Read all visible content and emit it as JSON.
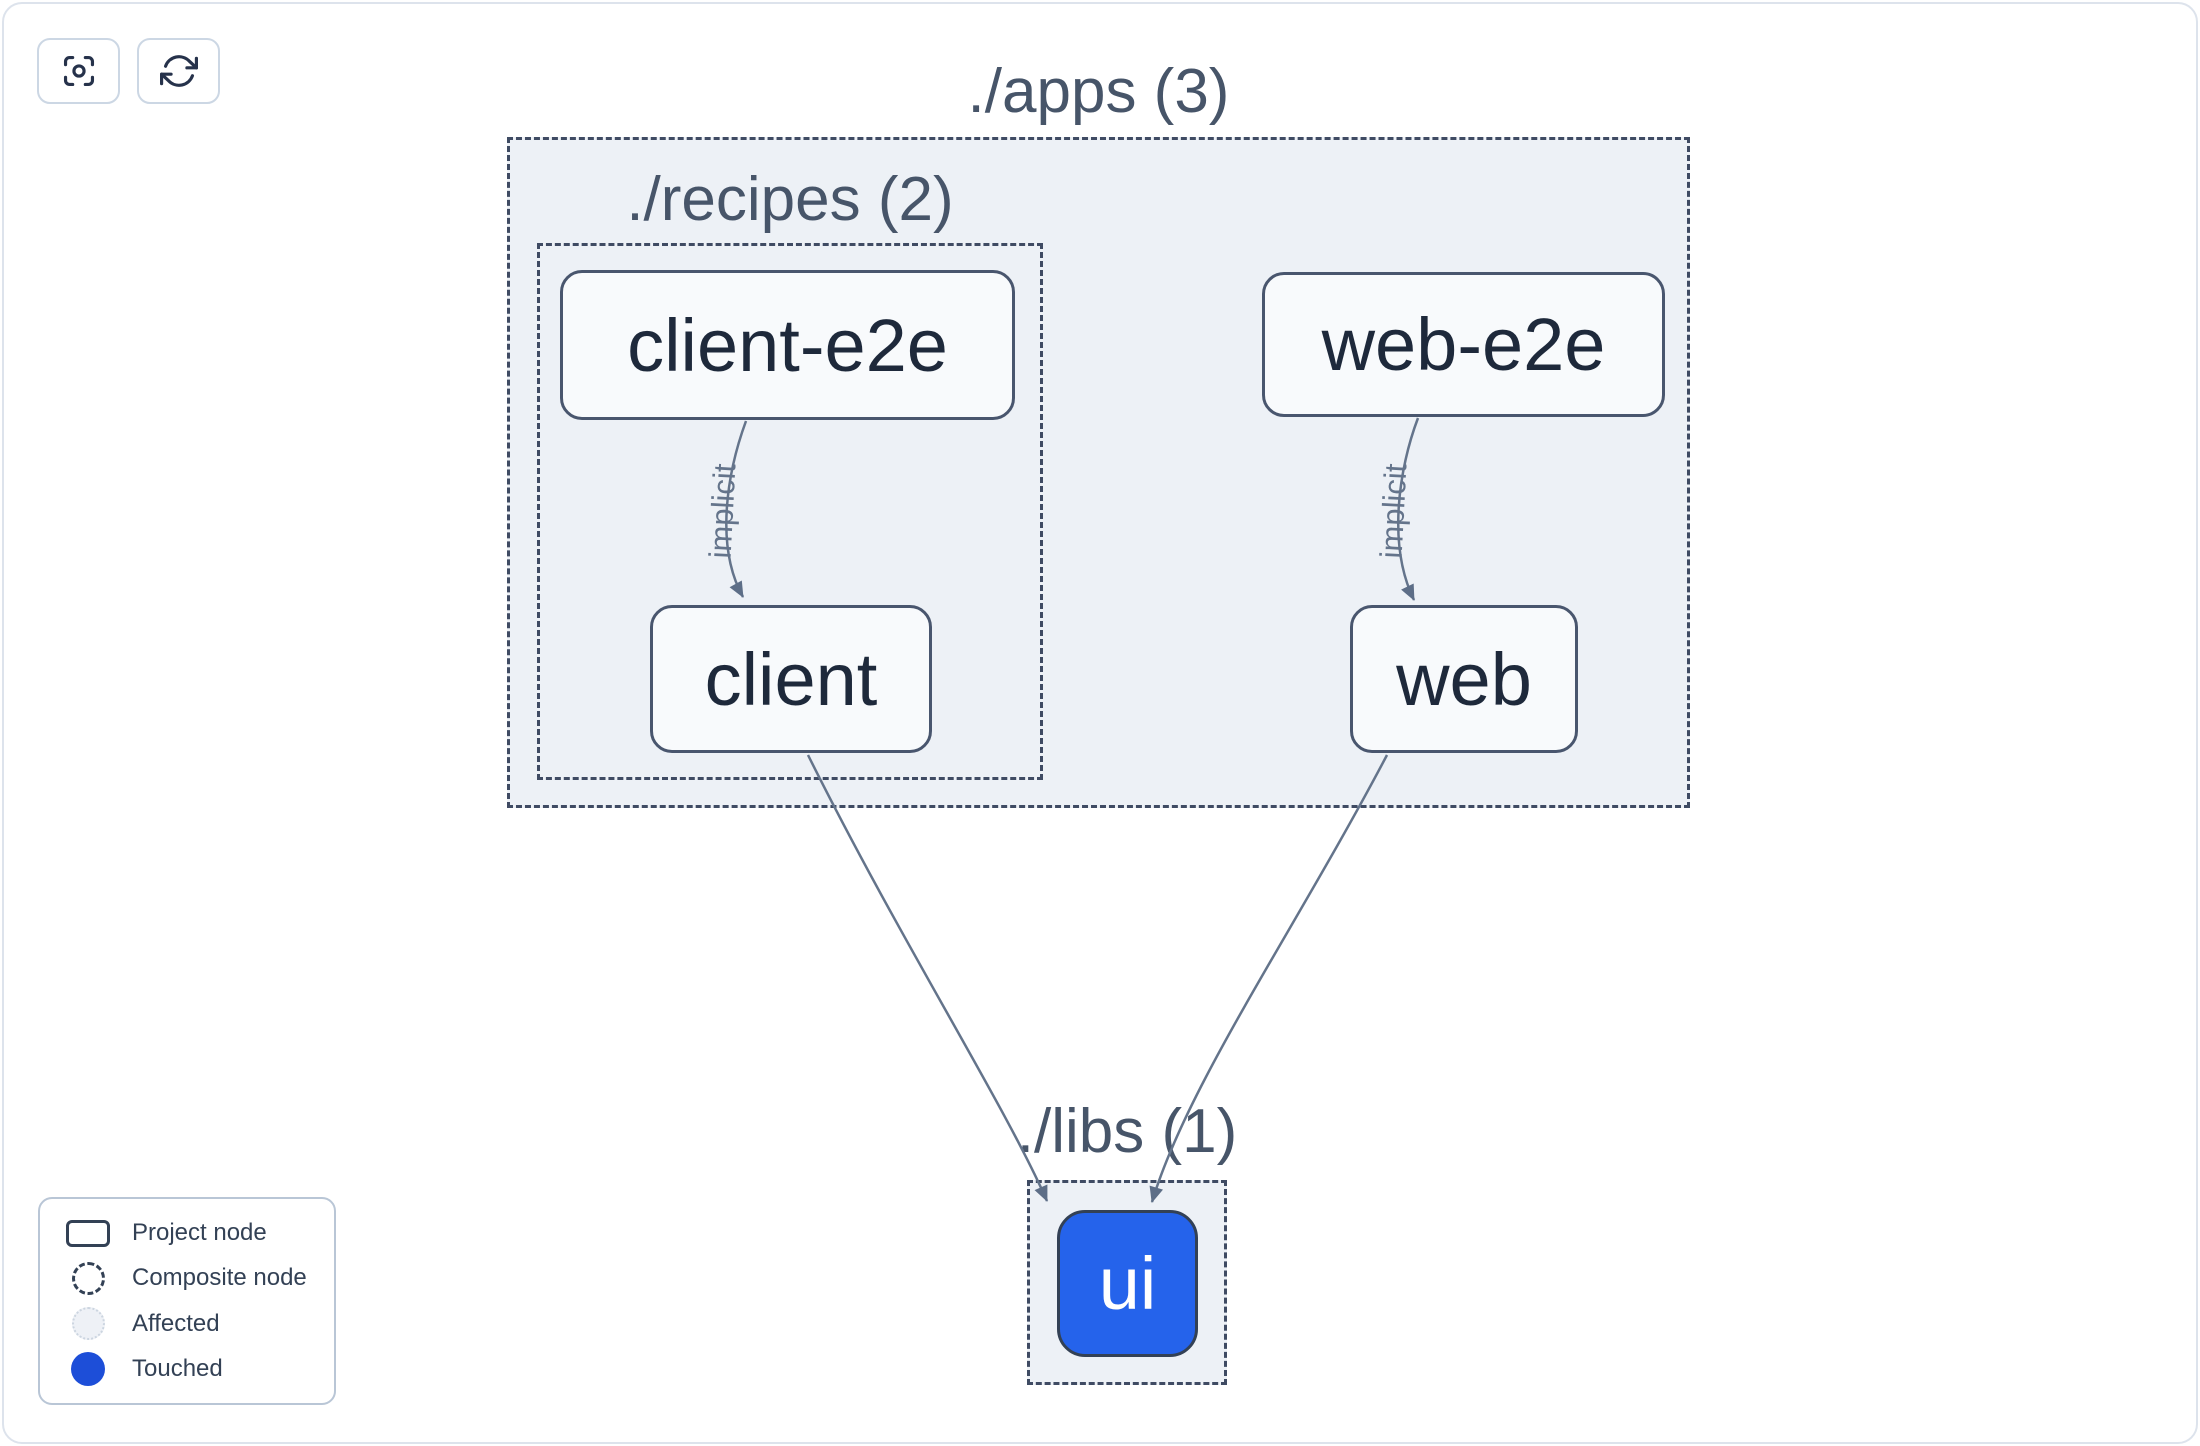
{
  "toolbar": {
    "buttons": [
      {
        "name": "center-graph",
        "icon": "focus-crosshair-icon"
      },
      {
        "name": "refresh-graph",
        "icon": "refresh-icon"
      }
    ]
  },
  "graph": {
    "groups": [
      {
        "id": "apps",
        "title": "./apps (3)"
      },
      {
        "id": "recipes",
        "title": "./recipes (2)"
      },
      {
        "id": "libs",
        "title": "./libs (1)"
      }
    ],
    "nodes": [
      {
        "id": "client-e2e",
        "label": "client-e2e",
        "state": "normal"
      },
      {
        "id": "web-e2e",
        "label": "web-e2e",
        "state": "normal"
      },
      {
        "id": "client",
        "label": "client",
        "state": "normal"
      },
      {
        "id": "web",
        "label": "web",
        "state": "normal"
      },
      {
        "id": "ui",
        "label": "ui",
        "state": "touched"
      }
    ],
    "edges": [
      {
        "from": "client-e2e",
        "to": "client",
        "label": "implicit"
      },
      {
        "from": "web-e2e",
        "to": "web",
        "label": "implicit"
      },
      {
        "from": "client",
        "to": "ui",
        "label": ""
      },
      {
        "from": "web",
        "to": "ui",
        "label": ""
      }
    ]
  },
  "legend": {
    "items": [
      {
        "label": "Project node",
        "swatch": "solid-rounded-rect-outline"
      },
      {
        "label": "Composite node",
        "swatch": "dashed-circle-outline"
      },
      {
        "label": "Affected",
        "swatch": "light-dotted-circle"
      },
      {
        "label": "Touched",
        "swatch": "blue-filled-circle"
      }
    ]
  },
  "colors": {
    "touched_blue": "#1d4ed8",
    "node_touched_fill": "#2563eb",
    "node_fill": "#f8fafc",
    "container_fill": "#edf1f6",
    "dashed_border": "#3f4b63",
    "node_border": "#49566e",
    "edge": "#64748b",
    "node_text": "#1e293b",
    "title_text": "#475569",
    "legend_text": "#334155",
    "frame_border": "#dde3ec"
  }
}
